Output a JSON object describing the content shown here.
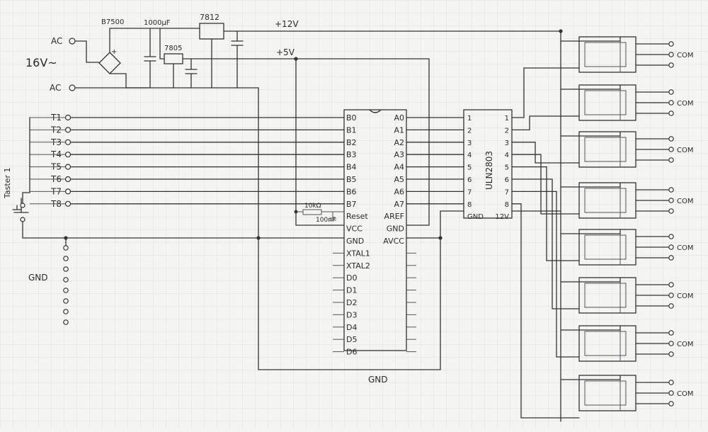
{
  "power": {
    "ac_top": "AC",
    "ac_bottom": "AC",
    "voltage_in": "16V~",
    "rectifier": "B7500",
    "cap_value": "1000µF",
    "reg12": "7812",
    "reg5": "7805",
    "rail12": "+12V",
    "rail5": "+5V",
    "plus": "+",
    "minus": "-"
  },
  "inputs": [
    "T1",
    "T2",
    "T3",
    "T4",
    "T5",
    "T6",
    "T7",
    "T8"
  ],
  "taster": "Taster 1",
  "gnd_left": "GND",
  "gnd_bottom": "GND",
  "mcu": {
    "left_pins": [
      "B0",
      "B1",
      "B2",
      "B3",
      "B4",
      "B5",
      "B6",
      "B7",
      "Reset",
      "VCC",
      "GND",
      "XTAL1",
      "XTAL2",
      "D0",
      "D1",
      "D2",
      "D3",
      "D4",
      "D5",
      "D6"
    ],
    "right_pins": [
      "A0",
      "A1",
      "A2",
      "A3",
      "A4",
      "A5",
      "A6",
      "A7",
      "AREF",
      "GND",
      "AVCC"
    ],
    "r1": "10kΩ",
    "c1": "100nF"
  },
  "driver": {
    "name": "ULN2803",
    "in_pins": [
      "1",
      "2",
      "3",
      "4",
      "5",
      "6",
      "7",
      "8",
      "GND"
    ],
    "out_pins": [
      "1",
      "2",
      "3",
      "4",
      "5",
      "6",
      "7",
      "8",
      "12V"
    ]
  },
  "relays": {
    "com_label": "COM",
    "count": 8
  }
}
